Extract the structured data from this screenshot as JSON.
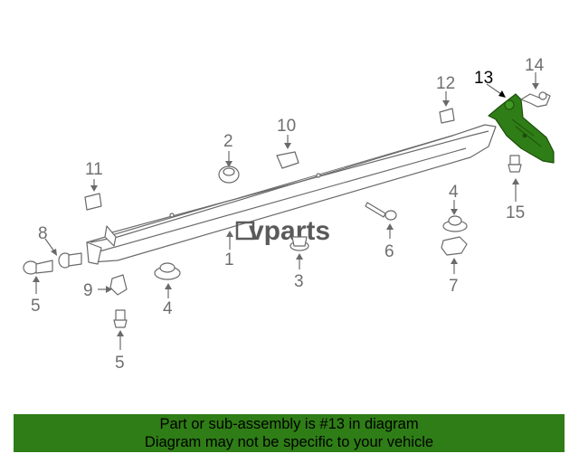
{
  "brand": {
    "logo_text": "vparts"
  },
  "callouts": [
    {
      "id": "c1",
      "label": "1"
    },
    {
      "id": "c2",
      "label": "2"
    },
    {
      "id": "c3",
      "label": "3"
    },
    {
      "id": "c4a",
      "label": "4"
    },
    {
      "id": "c4b",
      "label": "4"
    },
    {
      "id": "c5a",
      "label": "5"
    },
    {
      "id": "c5b",
      "label": "5"
    },
    {
      "id": "c6",
      "label": "6"
    },
    {
      "id": "c7",
      "label": "7"
    },
    {
      "id": "c8",
      "label": "8"
    },
    {
      "id": "c9",
      "label": "9"
    },
    {
      "id": "c10",
      "label": "10"
    },
    {
      "id": "c11",
      "label": "11"
    },
    {
      "id": "c12",
      "label": "12"
    },
    {
      "id": "c13",
      "label": "13",
      "highlighted": true
    },
    {
      "id": "c14",
      "label": "14"
    },
    {
      "id": "c15",
      "label": "15"
    }
  ],
  "highlight_color": "#2f7d16",
  "banner": {
    "line1": "Part or sub-assembly is #13 in diagram",
    "line2": "Diagram may not be specific to your vehicle"
  }
}
